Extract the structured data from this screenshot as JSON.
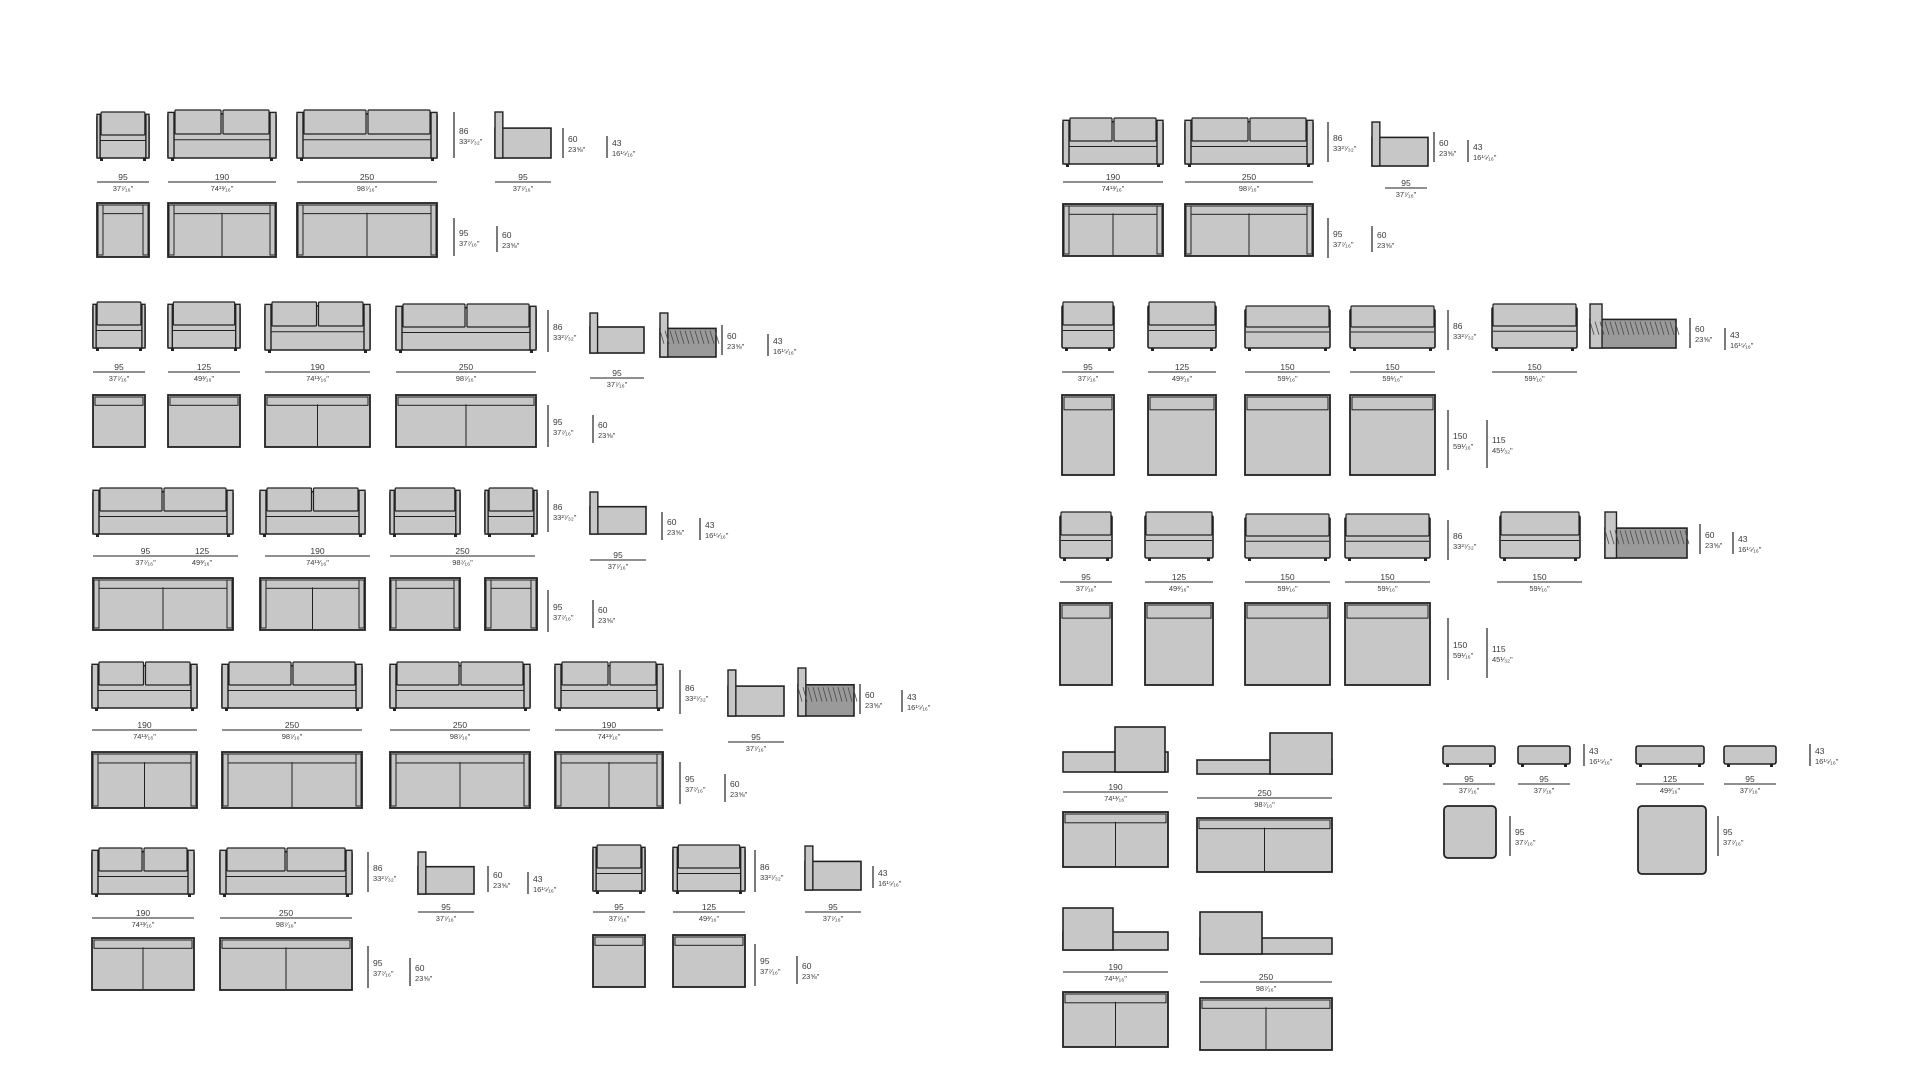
{
  "sheet": {
    "colors": {
      "line": "#222222",
      "fill": "#c7c7c7",
      "dark": "#4a4a4a",
      "accent": "#9a9a9a"
    },
    "modules": [
      {
        "id": "L1",
        "label": "95",
        "sub": "37⁷⁄₁₆\""
      },
      {
        "id": "L2",
        "label": "190",
        "sub": "74¹³⁄₁₆\""
      },
      {
        "id": "L3",
        "label": "250",
        "sub": "98⁷⁄₁₆\""
      },
      {
        "id": "L4",
        "label": "95",
        "sub": "37⁷⁄₁₆\""
      },
      {
        "id": "R1",
        "label": "190",
        "sub": "74¹³⁄₁₆\""
      },
      {
        "id": "R2",
        "label": "250",
        "sub": "98⁷⁄₁₆\""
      },
      {
        "id": "R3",
        "label": "95",
        "sub": "37⁷⁄₁₆\""
      },
      {
        "id": "L5",
        "label": "95",
        "sub": "37⁷⁄₁₆\""
      },
      {
        "id": "L6",
        "label": "125",
        "sub": "49³⁄₁₆\""
      },
      {
        "id": "L7",
        "label": "190",
        "sub": "74¹³⁄₁₆\""
      },
      {
        "id": "L8",
        "label": "250",
        "sub": "98⁷⁄₁₆\""
      },
      {
        "id": "L9",
        "label": "95",
        "sub": "37⁷⁄₁₆\""
      },
      {
        "id": "R4",
        "label": "95",
        "sub": "37⁷⁄₁₆\""
      },
      {
        "id": "R5",
        "label": "125",
        "sub": "49³⁄₁₆\""
      },
      {
        "id": "R6",
        "label": "150",
        "sub": "59¹⁄₁₆\""
      },
      {
        "id": "R7",
        "label": "150",
        "sub": "59¹⁄₁₆\""
      },
      {
        "id": "R8",
        "label": "150",
        "sub": "59¹⁄₁₆\""
      },
      {
        "id": "L10",
        "label": "95",
        "sub": "37⁷⁄₁₆\""
      },
      {
        "id": "L11",
        "label": "125",
        "sub": "49³⁄₁₆\""
      },
      {
        "id": "L12",
        "label": "190",
        "sub": "74¹³⁄₁₆\""
      },
      {
        "id": "L13",
        "label": "250",
        "sub": "98⁷⁄₁₆\""
      },
      {
        "id": "L14",
        "label": "95",
        "sub": "37⁷⁄₁₆\""
      },
      {
        "id": "R9",
        "label": "95",
        "sub": "37⁷⁄₁₆\""
      },
      {
        "id": "R10",
        "label": "125",
        "sub": "49³⁄₁₆\""
      },
      {
        "id": "R11",
        "label": "150",
        "sub": "59¹⁄₁₆\""
      },
      {
        "id": "R12",
        "label": "150",
        "sub": "59¹⁄₁₆\""
      },
      {
        "id": "R13",
        "label": "150",
        "sub": "59¹⁄₁₆\""
      },
      {
        "id": "L15",
        "label": "190",
        "sub": "74¹³⁄₁₆\""
      },
      {
        "id": "L16",
        "label": "250",
        "sub": "98⁷⁄₁₆\""
      },
      {
        "id": "L17",
        "label": "250",
        "sub": "98⁷⁄₁₆\""
      },
      {
        "id": "L18",
        "label": "190",
        "sub": "74¹³⁄₁₆\""
      },
      {
        "id": "L19",
        "label": "95",
        "sub": "37⁷⁄₁₆\""
      },
      {
        "id": "L20",
        "label": "190",
        "sub": "74¹³⁄₁₆\""
      },
      {
        "id": "L21",
        "label": "250",
        "sub": "98⁷⁄₁₆\""
      },
      {
        "id": "L22",
        "label": "95",
        "sub": "37⁷⁄₁₆\""
      },
      {
        "id": "L23",
        "label": "95",
        "sub": "37⁷⁄₁₆\""
      },
      {
        "id": "L24",
        "label": "125",
        "sub": "49³⁄₁₆\""
      },
      {
        "id": "L25",
        "label": "95",
        "sub": "37⁷⁄₁₆\""
      },
      {
        "id": "R14",
        "label": "190",
        "sub": "74¹³⁄₁₆\""
      },
      {
        "id": "R15",
        "label": "250",
        "sub": "98⁷⁄₁₆\""
      },
      {
        "id": "R16",
        "label": "95",
        "sub": "37⁷⁄₁₆\""
      },
      {
        "id": "R17",
        "label": "95",
        "sub": "37⁷⁄₁₆\""
      },
      {
        "id": "R18",
        "label": "125",
        "sub": "49³⁄₁₆\""
      },
      {
        "id": "R19",
        "label": "95",
        "sub": "37⁷⁄₁₆\""
      },
      {
        "id": "R20",
        "label": "190",
        "sub": "74¹³⁄₁₆\""
      },
      {
        "id": "R21",
        "label": "250",
        "sub": "98⁷⁄₁₆\""
      }
    ],
    "heights": [
      {
        "id": "H1",
        "label": "86",
        "sub": "33²⁷⁄₃₂\""
      },
      {
        "id": "H2",
        "label": "60",
        "sub": "23⅝\""
      },
      {
        "id": "H3",
        "label": "43",
        "sub": "16¹⁵⁄₁₆\""
      },
      {
        "id": "H4",
        "label": "95",
        "sub": "37⁷⁄₁₆\""
      },
      {
        "id": "H5",
        "label": "60",
        "sub": "23⅝\""
      },
      {
        "id": "H6",
        "label": "86",
        "sub": "33²⁷⁄₃₂\""
      },
      {
        "id": "H7",
        "label": "60",
        "sub": "23⅝\""
      },
      {
        "id": "H8",
        "label": "43",
        "sub": "16¹⁵⁄₁₆\""
      },
      {
        "id": "H9",
        "label": "95",
        "sub": "37⁷⁄₁₆\""
      },
      {
        "id": "H10",
        "label": "60",
        "sub": "23⅝\""
      },
      {
        "id": "H11",
        "label": "86",
        "sub": "33²⁷⁄₃₂\""
      },
      {
        "id": "H12",
        "label": "60",
        "sub": "23⅝\""
      },
      {
        "id": "H13",
        "label": "43",
        "sub": "16¹⁵⁄₁₆\""
      },
      {
        "id": "H14",
        "label": "95",
        "sub": "37⁷⁄₁₆\""
      },
      {
        "id": "H15",
        "label": "60",
        "sub": "23⅝\""
      },
      {
        "id": "H16",
        "label": "86",
        "sub": "33²⁷⁄₃₂\""
      },
      {
        "id": "H17",
        "label": "60",
        "sub": "23⅝\""
      },
      {
        "id": "H18",
        "label": "43",
        "sub": "16¹⁵⁄₁₆\""
      },
      {
        "id": "H19",
        "label": "150",
        "sub": "59¹⁄₁₆\""
      },
      {
        "id": "H20",
        "label": "115",
        "sub": "45¹⁄₃₂\""
      },
      {
        "id": "H21",
        "label": "86",
        "sub": "33²⁷⁄₃₂\""
      },
      {
        "id": "H22",
        "label": "60",
        "sub": "23⅝\""
      },
      {
        "id": "H23",
        "label": "43",
        "sub": "16¹⁵⁄₁₆\""
      },
      {
        "id": "H24",
        "label": "95",
        "sub": "37⁷⁄₁₆\""
      },
      {
        "id": "H25",
        "label": "60",
        "sub": "23⅝\""
      },
      {
        "id": "H26",
        "label": "86",
        "sub": "33²⁷⁄₃₂\""
      },
      {
        "id": "H27",
        "label": "60",
        "sub": "23⅝\""
      },
      {
        "id": "H28",
        "label": "43",
        "sub": "16¹⁵⁄₁₆\""
      },
      {
        "id": "H29",
        "label": "150",
        "sub": "59¹⁄₁₆\""
      },
      {
        "id": "H30",
        "label": "115",
        "sub": "45¹⁄₃₂\""
      },
      {
        "id": "H31",
        "label": "86",
        "sub": "33²⁷⁄₃₂\""
      },
      {
        "id": "H32",
        "label": "60",
        "sub": "23⅝\""
      },
      {
        "id": "H33",
        "label": "43",
        "sub": "16¹⁵⁄₁₆\""
      },
      {
        "id": "H34",
        "label": "95",
        "sub": "37⁷⁄₁₆\""
      },
      {
        "id": "H35",
        "label": "60",
        "sub": "23⅝\""
      },
      {
        "id": "H36",
        "label": "86",
        "sub": "33²⁷⁄₃₂\""
      },
      {
        "id": "H37",
        "label": "60",
        "sub": "23⅝\""
      },
      {
        "id": "H38",
        "label": "43",
        "sub": "16¹⁵⁄₁₆\""
      },
      {
        "id": "H39",
        "label": "95",
        "sub": "37⁷⁄₁₆\""
      },
      {
        "id": "H40",
        "label": "60",
        "sub": "23⅝\""
      },
      {
        "id": "H41",
        "label": "86",
        "sub": "33²⁷⁄₃₂\""
      },
      {
        "id": "H42",
        "label": "43",
        "sub": "16¹⁵⁄₁₆\""
      },
      {
        "id": "H43",
        "label": "95",
        "sub": "37⁷⁄₁₆\""
      },
      {
        "id": "H44",
        "label": "60",
        "sub": "23⅝\""
      },
      {
        "id": "H45",
        "label": "43",
        "sub": "16¹⁵⁄₁₆\""
      },
      {
        "id": "H46",
        "label": "95",
        "sub": "37⁷⁄₁₆\""
      },
      {
        "id": "H47",
        "label": "43",
        "sub": "16¹⁵⁄₁₆\""
      },
      {
        "id": "H48",
        "label": "95",
        "sub": "37⁷⁄₁₆\""
      }
    ]
  }
}
